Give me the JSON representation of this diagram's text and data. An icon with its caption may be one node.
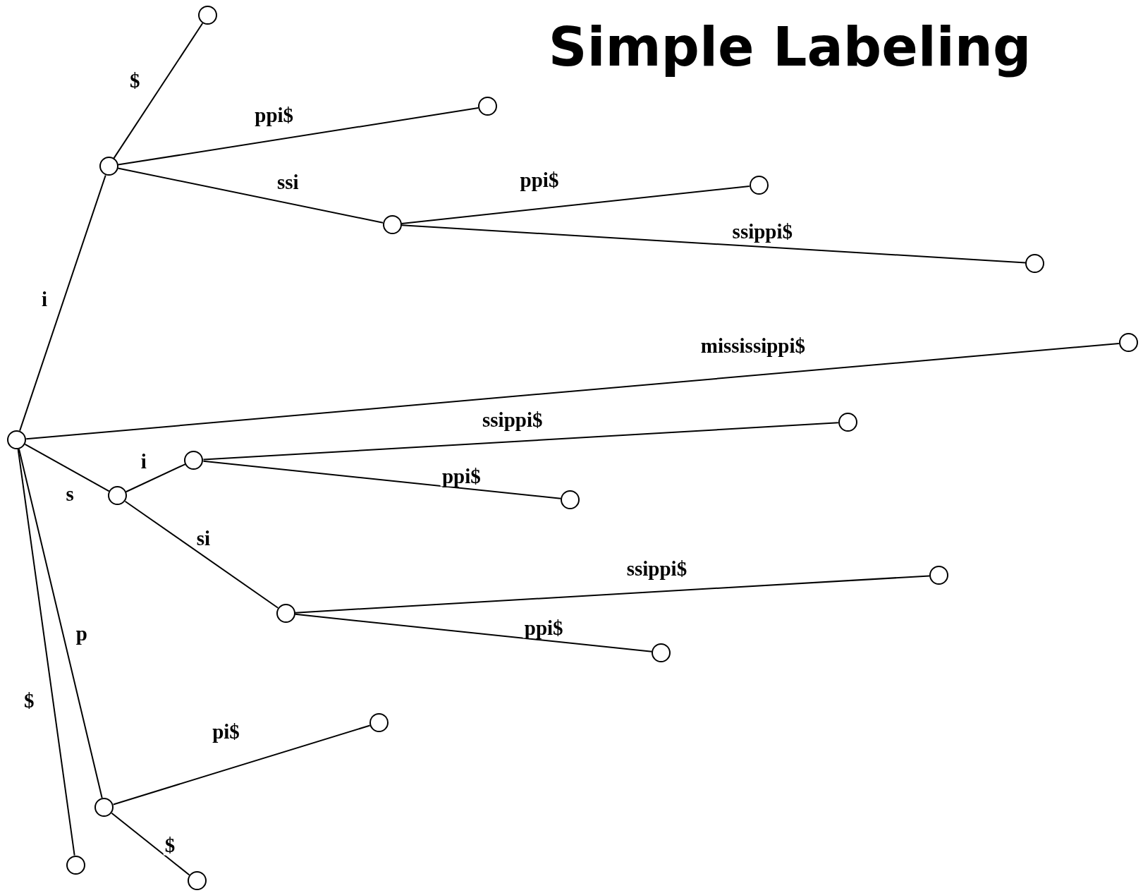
{
  "diagram": {
    "title": "Simple Labeling",
    "nodes": [
      {
        "text": [],
        "shape": "circle"
      },
      {
        "text": [],
        "shape": "circle"
      },
      {
        "text": [],
        "shape": "circle"
      },
      {
        "text": [],
        "shape": "circle"
      },
      {
        "text": [],
        "shape": "circle"
      },
      {
        "text": [],
        "shape": "circle"
      },
      {
        "text": [],
        "shape": "circle"
      },
      {
        "text": [],
        "shape": "circle"
      },
      {
        "text": [],
        "shape": "circle"
      },
      {
        "text": [],
        "shape": "circle"
      },
      {
        "text": [],
        "shape": "circle"
      },
      {
        "text": [],
        "shape": "circle"
      },
      {
        "text": [],
        "shape": "circle"
      },
      {
        "text": [],
        "shape": "circle"
      },
      {
        "text": [],
        "shape": "circle"
      },
      {
        "text": [],
        "shape": "circle"
      },
      {
        "text": [],
        "shape": "circle"
      },
      {
        "text": [],
        "shape": "circle"
      },
      {
        "text": [],
        "shape": "circle"
      }
    ],
    "edges": [
      {
        "from": 8,
        "to": 2,
        "arrow": "none",
        "label": "i"
      },
      {
        "from": 2,
        "to": 0,
        "arrow": "none",
        "label": "$"
      },
      {
        "from": 2,
        "to": 1,
        "arrow": "none",
        "label": "ppi$"
      },
      {
        "from": 2,
        "to": 4,
        "arrow": "none",
        "label": "ssi"
      },
      {
        "from": 4,
        "to": 3,
        "arrow": "none",
        "label": "ppi$"
      },
      {
        "from": 4,
        "to": 5,
        "arrow": "none",
        "label": "ssippi$"
      },
      {
        "from": 8,
        "to": 6,
        "arrow": "none",
        "label": "mississippi$"
      },
      {
        "from": 8,
        "to": 10,
        "arrow": "none",
        "label": "s"
      },
      {
        "from": 10,
        "to": 9,
        "arrow": "none",
        "label": "i"
      },
      {
        "from": 9,
        "to": 7,
        "arrow": "none",
        "label": "ssippi$"
      },
      {
        "from": 9,
        "to": 11,
        "arrow": "none",
        "label": "ppi$"
      },
      {
        "from": 10,
        "to": 13,
        "arrow": "none",
        "label": "si"
      },
      {
        "from": 13,
        "to": 12,
        "arrow": "none",
        "label": "ssippi$"
      },
      {
        "from": 13,
        "to": 14,
        "arrow": "none",
        "label": "ppi$"
      },
      {
        "from": 8,
        "to": 16,
        "arrow": "none",
        "label": "p"
      },
      {
        "from": 16,
        "to": 15,
        "arrow": "none",
        "label": "pi$"
      },
      {
        "from": 16,
        "to": 18,
        "arrow": "none",
        "label": "$"
      },
      {
        "from": 8,
        "to": 17,
        "arrow": "none",
        "label": "$"
      }
    ]
  }
}
